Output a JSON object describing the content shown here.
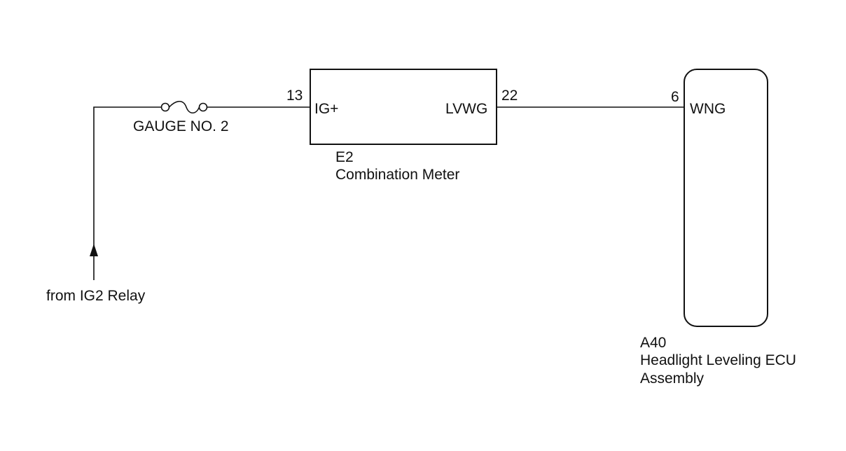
{
  "source": {
    "label": "from IG2 Relay"
  },
  "fuse": {
    "label": "GAUGE NO. 2"
  },
  "combination_meter": {
    "code": "E2",
    "name": "Combination Meter",
    "pin_in_number": "13",
    "pin_in_label": "IG+",
    "pin_out_number": "22",
    "pin_out_label": "LVWG"
  },
  "headlight_ecu": {
    "code": "A40",
    "name_line1": "Headlight Leveling ECU",
    "name_line2": "Assembly",
    "pin_number": "6",
    "pin_label": "WNG"
  },
  "colors": {
    "wire": "#111111",
    "background": "#ffffff"
  }
}
